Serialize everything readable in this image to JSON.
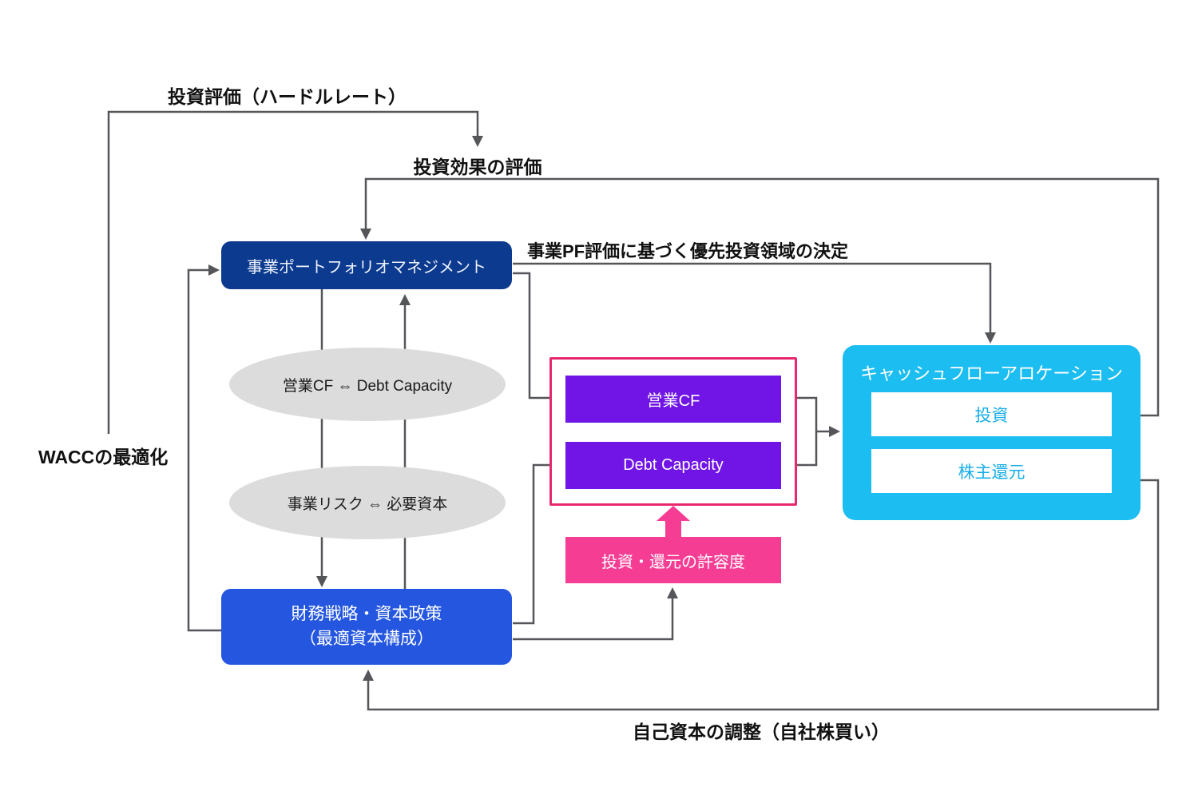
{
  "diagram": {
    "floating_labels": {
      "investment_evaluation": "投資評価（ハードルレート）",
      "investment_effect": "投資効果の評価",
      "pf_priority_decision": "事業PF評価に基づく優先投資領域の決定",
      "wacc_optimization": "WACCの最適化",
      "equity_adjustment": "自己資本の調整（自社株買い）"
    },
    "nodes": {
      "portfolio_management": {
        "label": "事業ポートフォリオマネジメント",
        "color": "#0b3a8e"
      },
      "ellipse_operating_cf": {
        "label": "営業CF ⇔ Debt Capacity",
        "color": "#dcdcdc"
      },
      "ellipse_business_risk": {
        "label": "事業リスク ⇔ 必要資本",
        "color": "#dcdcdc"
      },
      "financial_strategy": {
        "label_line1": "財務戦略・資本政策",
        "label_line2": "（最適資本構成）",
        "color": "#2456e0"
      },
      "operating_cf": {
        "label": "営業CF",
        "color": "#7015e5"
      },
      "debt_capacity": {
        "label": "Debt Capacity",
        "color": "#7015e5"
      },
      "tolerance": {
        "label": "投資・還元の許容度",
        "color": "#f53d94"
      },
      "cf_allocation": {
        "title": "キャッシュフローアロケーション",
        "color": "#1cbdf0",
        "items": [
          {
            "label": "投資"
          },
          {
            "label": "株主還元"
          }
        ]
      }
    },
    "colors": {
      "connector_line": "#54565a",
      "pink_frame_border": "#e7286e",
      "cyan_item_text": "#18aee8",
      "label_text": "#111111",
      "background": "#ffffff"
    }
  }
}
